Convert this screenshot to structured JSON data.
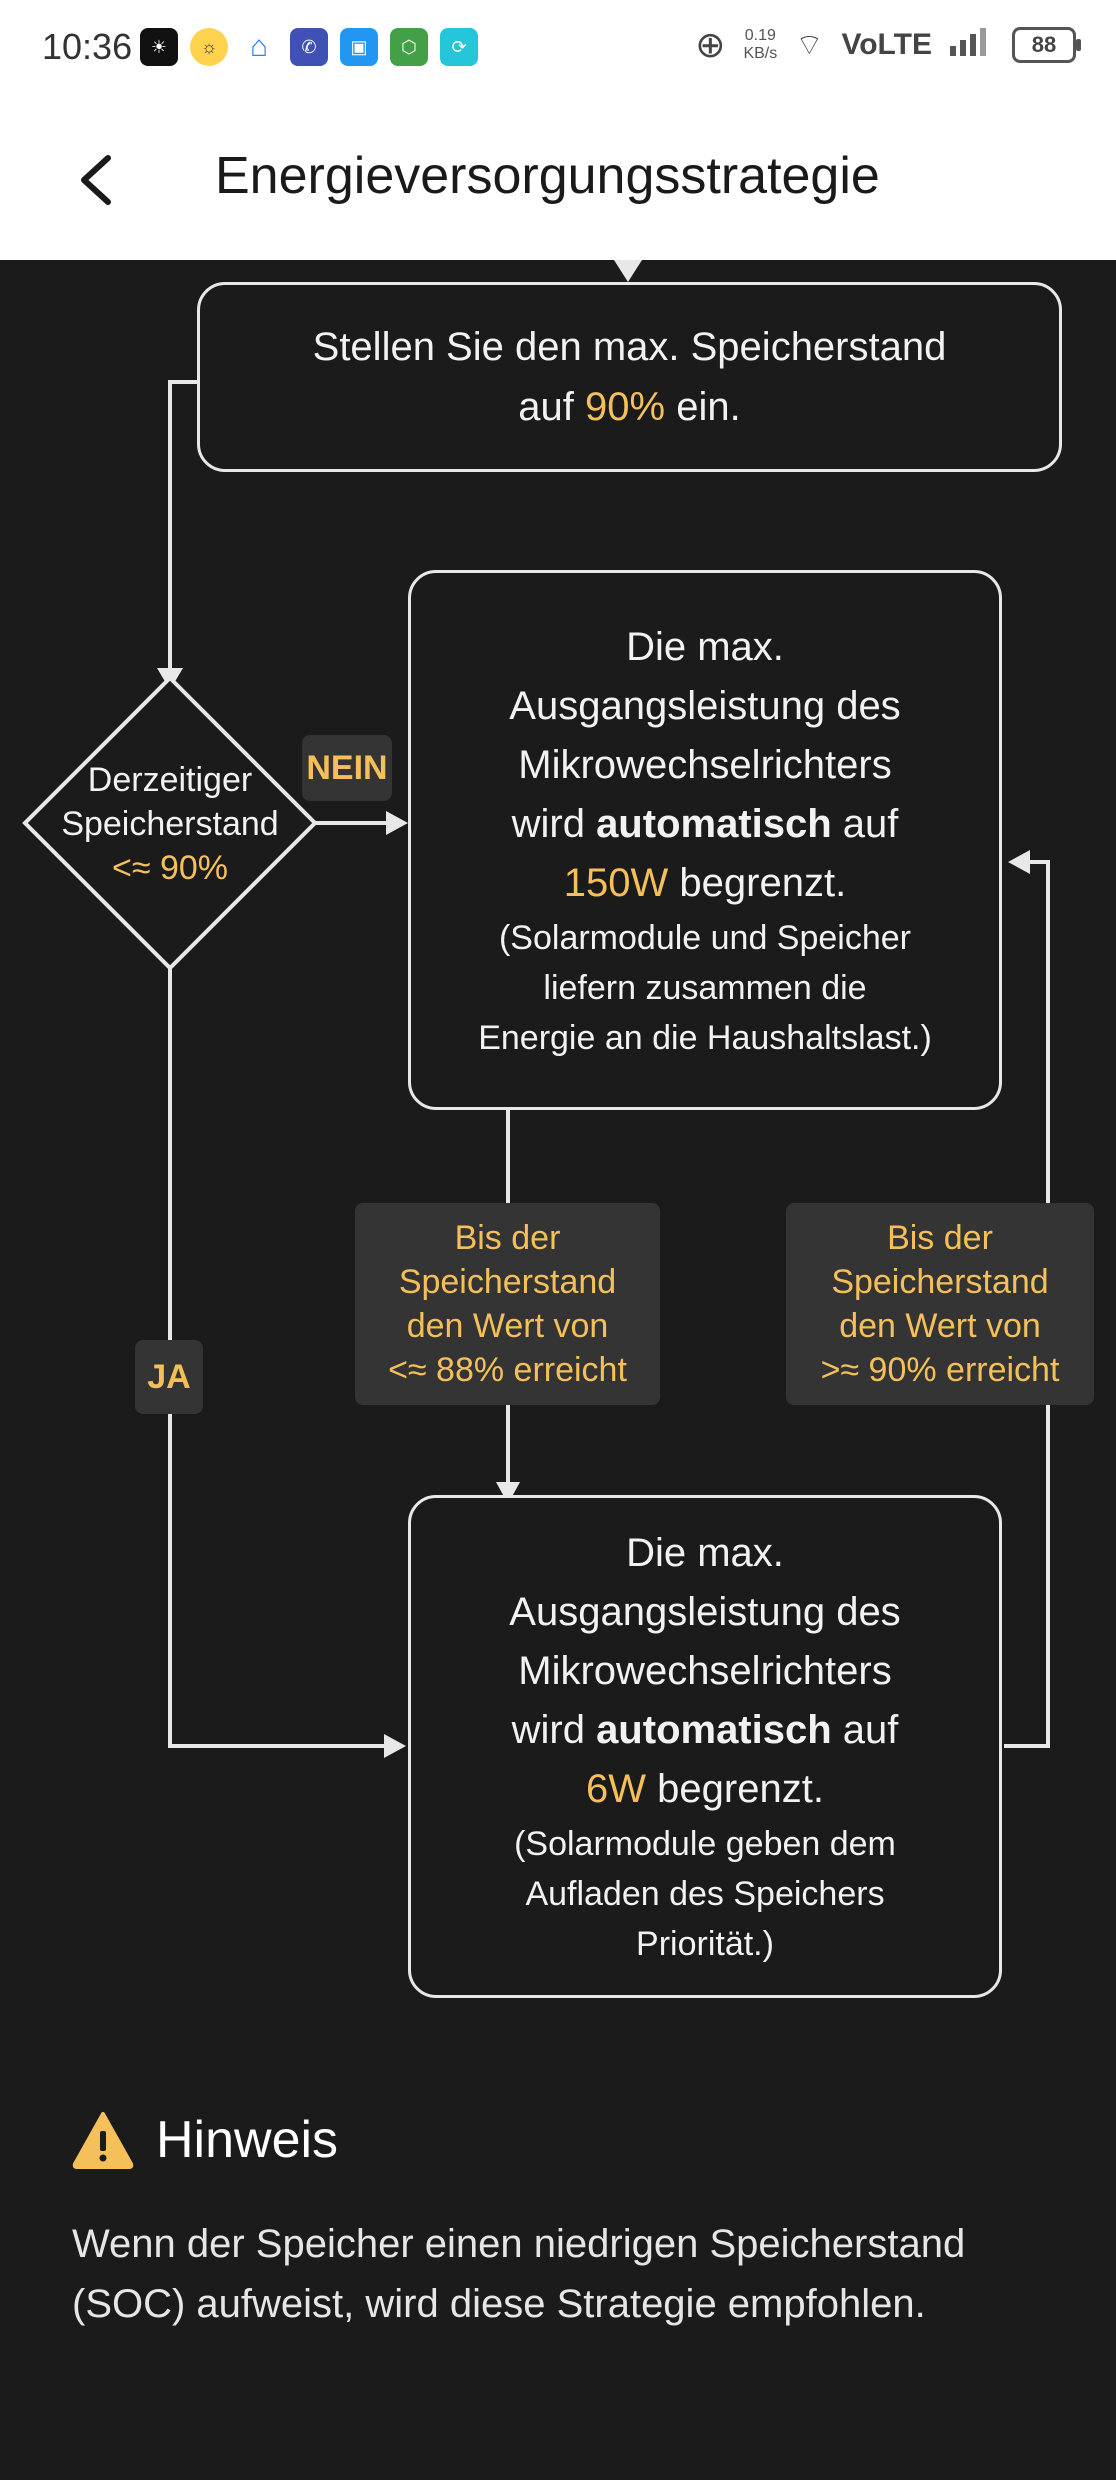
{
  "status_bar": {
    "time": "10:36",
    "net_speed_value": "0.19",
    "net_speed_unit": "KB/s",
    "network": "VoLTE",
    "battery": "88"
  },
  "header": {
    "title": "Energieversorgungsstrategie"
  },
  "diagram": {
    "start_box": {
      "line1": "Stellen Sie den max. Speicherstand",
      "line2_pre": "auf ",
      "line2_value": "90%",
      "line2_post": " ein."
    },
    "decision": {
      "line1": "Derzeitiger",
      "line2": "Speicherstand",
      "line3": "<≈ 90%"
    },
    "label_no": "NEIN",
    "label_yes": "JA",
    "box_150w": {
      "line1": "Die max.",
      "line2": "Ausgangsleistung des",
      "line3": "Mikrowechselrichters",
      "line4_pre": "wird ",
      "line4_bold": "automatisch",
      "line4_post": " auf",
      "line5_value": "150W",
      "line5_post": " begrenzt.",
      "note1": "(Solarmodule und Speicher",
      "note2": "liefern zusammen die",
      "note3": "Energie an die Haushaltslast.)"
    },
    "cond_88": {
      "line1": "Bis der",
      "line2": "Speicherstand",
      "line3": "den Wert von",
      "line4": "<≈ 88% erreicht"
    },
    "cond_90": {
      "line1": "Bis der",
      "line2": "Speicherstand",
      "line3": "den Wert von",
      "line4": ">≈ 90% erreicht"
    },
    "box_6w": {
      "line1": "Die max.",
      "line2": "Ausgangsleistung des",
      "line3": "Mikrowechselrichters",
      "line4_pre": "wird ",
      "line4_bold": "automatisch",
      "line4_post": " auf",
      "line5_value": "6W",
      "line5_post": " begrenzt.",
      "note1": "(Solarmodule geben dem",
      "note2": "Aufladen des Speichers",
      "note3": "Priorität.)"
    }
  },
  "note": {
    "title": "Hinweis",
    "body": "Wenn der Speicher einen niedrigen Speicherstand (SOC) aufweist, wird diese Strategie empfohlen."
  },
  "colors": {
    "highlight": "#f5c05a",
    "background": "#1b1b1b",
    "warning": "#f5c05a"
  }
}
